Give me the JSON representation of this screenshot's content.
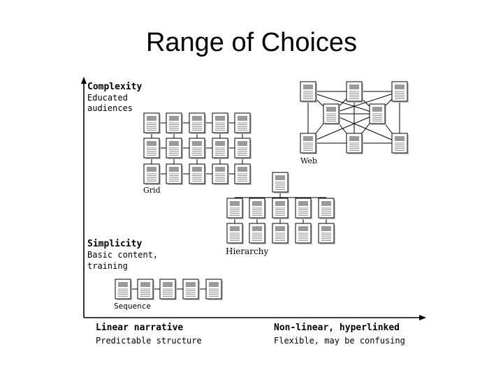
{
  "title": "Range of Choices",
  "axis": {
    "top_heading": "Complexity",
    "top_sub1": "Educated",
    "top_sub2": "audiences",
    "mid_heading": "Simplicity",
    "mid_sub1": "Basic content,",
    "mid_sub2": "training",
    "left_heading": "Linear narrative",
    "left_sub": "Predictable structure",
    "right_heading": "Non-linear, hyperlinked",
    "right_sub": "Flexible, may be confusing"
  },
  "structures": {
    "grid": "Grid",
    "web": "Web",
    "hierarchy": "Hierarchy",
    "sequence": "Sequence"
  }
}
